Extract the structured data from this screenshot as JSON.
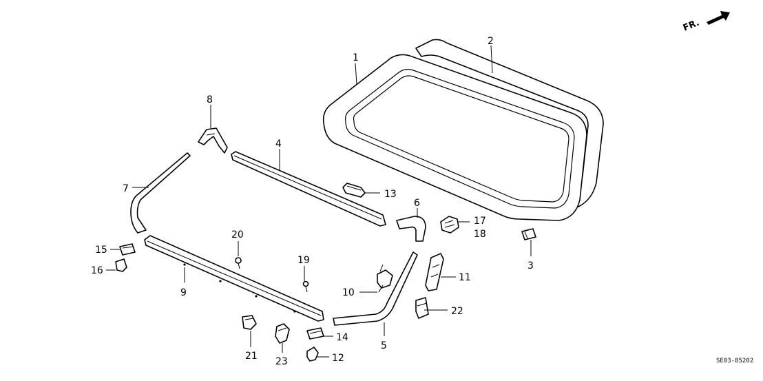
{
  "diagram": {
    "direction_label": "FR.",
    "drawing_code": "SE03-85202",
    "parts": [
      {
        "id": "1",
        "label": "1"
      },
      {
        "id": "2",
        "label": "2"
      },
      {
        "id": "3",
        "label": "3"
      },
      {
        "id": "4",
        "label": "4"
      },
      {
        "id": "5",
        "label": "5"
      },
      {
        "id": "6",
        "label": "6"
      },
      {
        "id": "7",
        "label": "7"
      },
      {
        "id": "8",
        "label": "8"
      },
      {
        "id": "9",
        "label": "9"
      },
      {
        "id": "10",
        "label": "10"
      },
      {
        "id": "11",
        "label": "11"
      },
      {
        "id": "12",
        "label": "12"
      },
      {
        "id": "13",
        "label": "13"
      },
      {
        "id": "14",
        "label": "14"
      },
      {
        "id": "15",
        "label": "15"
      },
      {
        "id": "16",
        "label": "16"
      },
      {
        "id": "17",
        "label": "17"
      },
      {
        "id": "18",
        "label": "18"
      },
      {
        "id": "19",
        "label": "19"
      },
      {
        "id": "20",
        "label": "20"
      },
      {
        "id": "21",
        "label": "21"
      },
      {
        "id": "22",
        "label": "22"
      },
      {
        "id": "23",
        "label": "23"
      }
    ]
  }
}
